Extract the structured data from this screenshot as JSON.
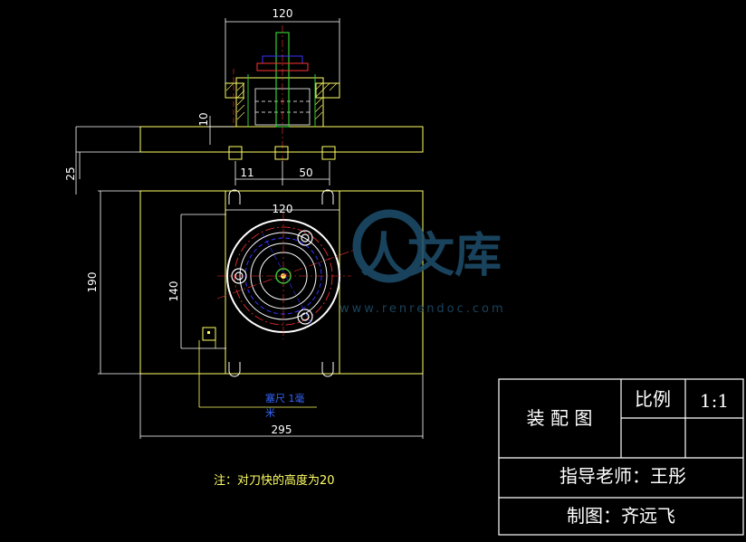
{
  "dimensions": {
    "top_width": "120",
    "flange_offset": "10",
    "base_height": "25",
    "bolt_offset": "11",
    "bolt_spacing": "50",
    "plan_width": "120",
    "plan_height_outer": "190",
    "plan_height_inner": "140",
    "overall_width": "295"
  },
  "annotations": {
    "blue_note_line1": "塞尺 1毫",
    "blue_note_line2": "米",
    "note": "注：对刀快的高度为20"
  },
  "title_block": {
    "drawing_name": "装 配 图",
    "scale_label": "比例",
    "scale_value": "1:1",
    "instructor": "指导老师：王彤",
    "drafter": "制图：齐远飞"
  },
  "watermark": {
    "main": "人文库",
    "url": "www.renrendoc.com"
  },
  "colors": {
    "background": "#000000",
    "outline": "#ffffff",
    "part": "#ffff66",
    "dimension": "#ffffff",
    "center_line": "#ff3333",
    "hidden_line": "#3333ff",
    "shaft": "#33cc33",
    "watermark": "#1e4f6e"
  }
}
